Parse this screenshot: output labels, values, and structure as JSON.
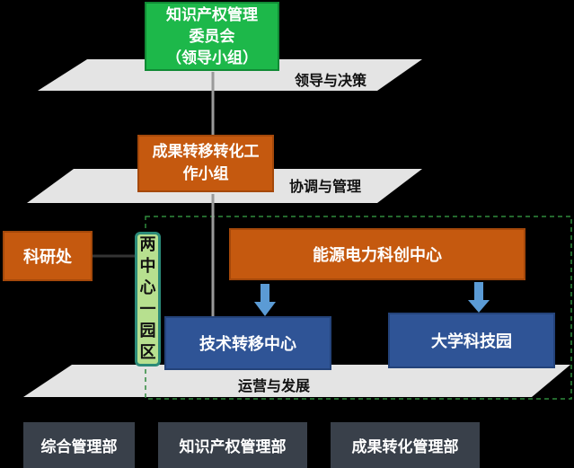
{
  "top_box": {
    "lines": [
      "知识产权管理",
      "委员会",
      "（领导小组）"
    ]
  },
  "layer_labels": {
    "leadership": "领导与决策",
    "coordination": "协调与管理",
    "operations": "运营与发展"
  },
  "mid_box": {
    "lines": [
      "成果转移转化工",
      "作小组"
    ]
  },
  "side_box": "科研处",
  "vertical_box": {
    "chars": [
      "两",
      "中",
      "心",
      "一",
      "园",
      "区"
    ]
  },
  "energy_center": "能源电力科创中心",
  "tech_transfer_center": "技术转移中心",
  "science_park": "大学科技园",
  "departments": [
    "综合管理部",
    "知识产权管理部",
    "成果转化管理部"
  ],
  "colors": {
    "green": "#1db84a",
    "orange": "#c5590f",
    "blue": "#2f5496",
    "plane": "#e4e4e4",
    "dept": "#39404a",
    "vertical": "#b7e08f"
  }
}
